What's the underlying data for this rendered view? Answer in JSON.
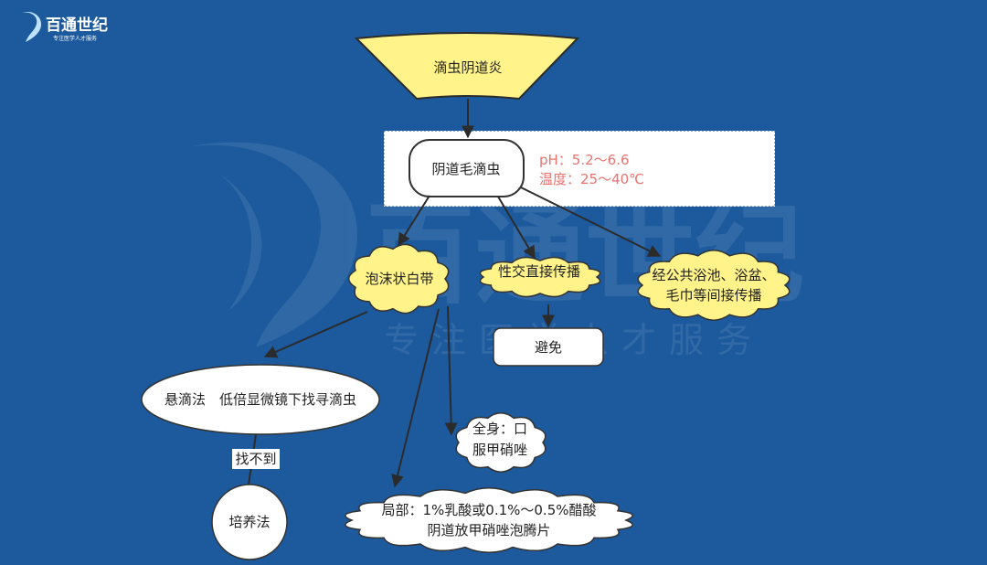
{
  "logo": {
    "name": "百通世纪",
    "tagline": "专注医学人才服务"
  },
  "watermark": {
    "name": "百通世纪",
    "tagline": "专注医学人才服务"
  },
  "colors": {
    "background": "#1c5a9d",
    "yellow": "#fff38a",
    "note_text": "#e8736f"
  },
  "title": "滴虫阴道炎",
  "pathogen": {
    "label": "阴道毛滴虫",
    "notes": [
      "pH：5.2～6.6",
      "温度：25～40℃"
    ]
  },
  "symptom": "泡沫状白带",
  "transmission": {
    "direct": "性交直接传播",
    "indirect_line1": "经公共浴池、浴盆、",
    "indirect_line2": "毛巾等间接传播",
    "prevention": "避免"
  },
  "diagnosis": {
    "method": "悬滴法　低倍显微镜下找寻滴虫",
    "condition": "找不到",
    "fallback": "培养法"
  },
  "treatment": {
    "systemic_line1": "全身：口",
    "systemic_line2": "服甲硝唑",
    "local_line1": "局部：1%乳酸或0.1%～0.5%醋酸",
    "local_line2": "阴道放甲硝唑泡腾片"
  }
}
